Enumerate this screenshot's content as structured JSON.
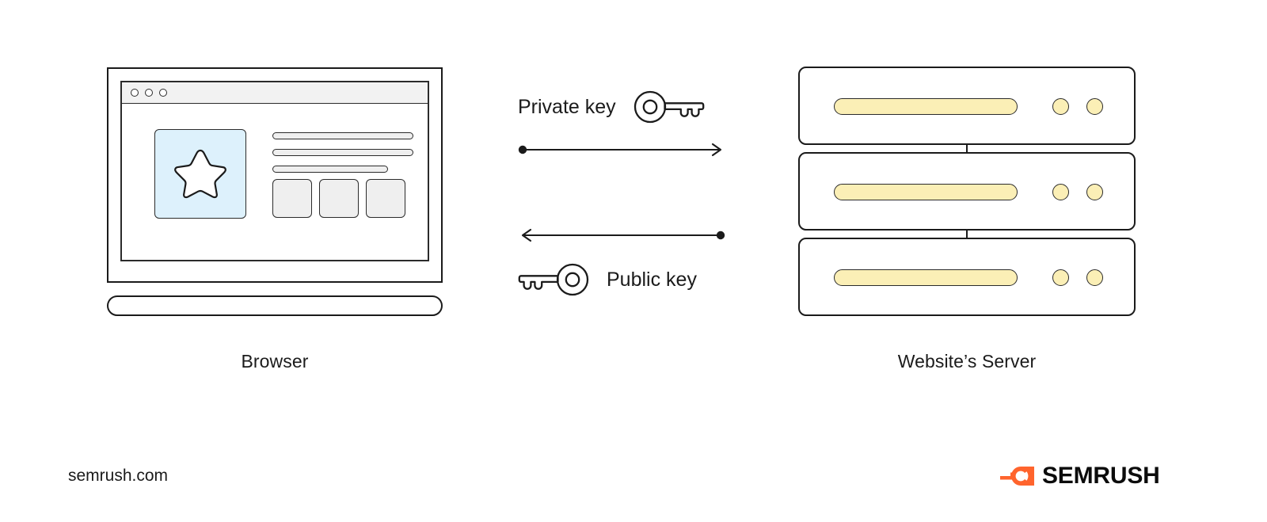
{
  "page": {
    "background_color": "#ffffff",
    "footer_url": "semrush.com",
    "brand_name": "SEMRUSH",
    "brand_color": "#ff642d",
    "ink_color": "#1b1b1b"
  },
  "browser": {
    "caption": "Browser",
    "chrome_dots": [
      "dot-1",
      "dot-2",
      "dot-3"
    ],
    "hero_card": {
      "fill_color": "#ddf1fc",
      "icon": "star-icon"
    },
    "text_lines": [
      {
        "name": "text-line-1",
        "width": "100%",
        "fill": "#efefef"
      },
      {
        "name": "text-line-2",
        "width": "100%",
        "fill": "#efefef"
      },
      {
        "name": "text-line-3",
        "width": "82%",
        "fill": "#efefef"
      }
    ],
    "tiles": [
      {
        "name": "tile-1",
        "fill": "#efefef"
      },
      {
        "name": "tile-2",
        "fill": "#efefef"
      },
      {
        "name": "tile-3",
        "fill": "#efefef"
      }
    ]
  },
  "exchange": {
    "private_key": {
      "label": "Private key",
      "icon": "key-icon",
      "icon_direction": "right",
      "arrow": {
        "name": "arrow-browser-to-server",
        "direction": "right",
        "start_marker": "dot",
        "end_marker": "arrowhead"
      }
    },
    "public_key": {
      "label": "Public key",
      "icon": "key-icon",
      "icon_direction": "left",
      "arrow": {
        "name": "arrow-server-to-browser",
        "direction": "left",
        "start_marker": "dot",
        "end_marker": "arrowhead"
      }
    }
  },
  "server": {
    "caption": "Website’s Server",
    "accent_color": "#fbefb6",
    "units": [
      {
        "name": "server-unit-1",
        "leds": 2
      },
      {
        "name": "server-unit-2",
        "leds": 2
      },
      {
        "name": "server-unit-3",
        "leds": 2
      }
    ]
  }
}
